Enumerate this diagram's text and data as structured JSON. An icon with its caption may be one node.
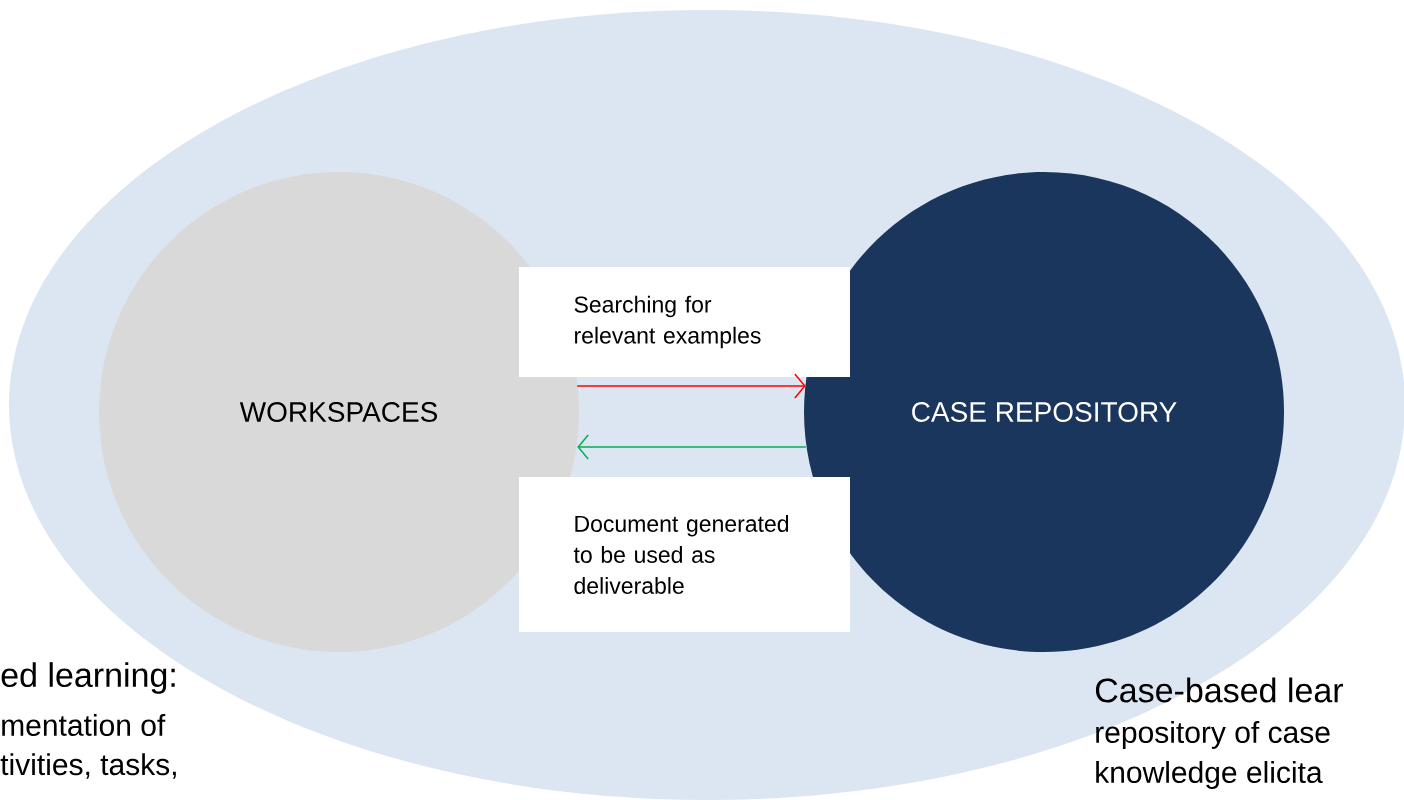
{
  "diagram": {
    "nodes": [
      {
        "text": [],
        "shape": "ellipse"
      },
      {
        "text": [
          "WORKSPACES"
        ],
        "in": 0
      },
      {
        "text": [
          "CASE REPOSITORY"
        ],
        "in": 0
      },
      {
        "text": [
          "Searching for relevant examples"
        ],
        "in": 0
      },
      {
        "text": [
          "Document generated to be used as deliverable"
        ],
        "in": 0
      }
    ],
    "edges": [
      {
        "from": 1,
        "to": 2,
        "arrow": "to",
        "color": "#ff0000"
      },
      {
        "from": 2,
        "to": 1,
        "arrow": "to",
        "color": "#00b050"
      }
    ],
    "labels": [
      "ed learning:",
      "mentation of",
      "tivities, tasks,",
      "Case-based lear",
      "repository of case",
      "knowledge elicita"
    ]
  }
}
